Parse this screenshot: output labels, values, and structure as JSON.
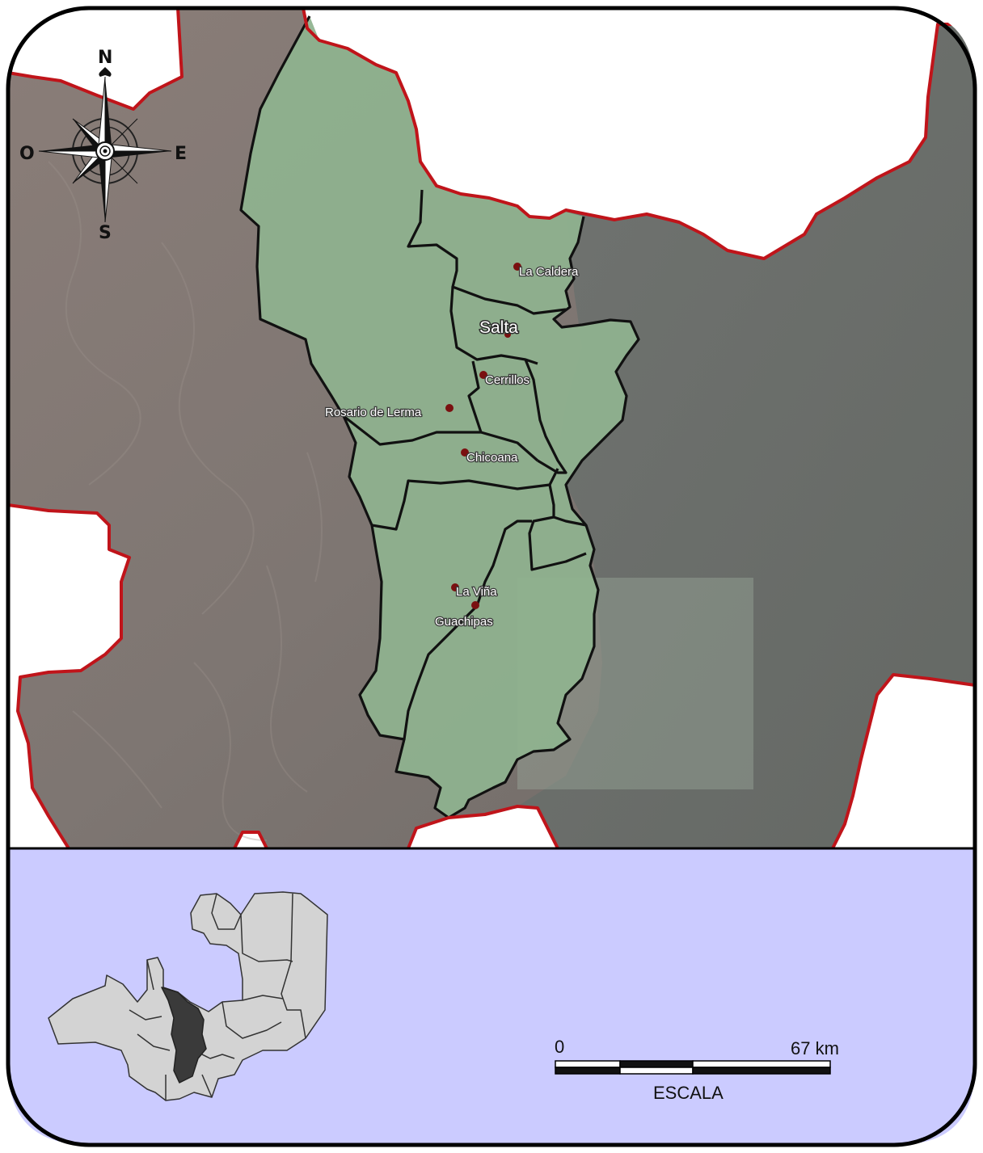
{
  "map": {
    "localities": [
      {
        "id": "la-caldera",
        "label": "La Caldera"
      },
      {
        "id": "salta",
        "label": "Salta"
      },
      {
        "id": "cerrillos",
        "label": "Cerrillos"
      },
      {
        "id": "rosario-de-lerma",
        "label": "Rosario de Lerma"
      },
      {
        "id": "chicoana",
        "label": "Chicoana"
      },
      {
        "id": "la-vina",
        "label": "La Viña"
      },
      {
        "id": "guachipas",
        "label": "Guachipas"
      }
    ],
    "colors": {
      "study_area_fill": "#8fb38f",
      "province_border": "#c0141a",
      "district_border": "#111111",
      "inset_panel": "#cbcbff",
      "inset_region": "#d3d3d3",
      "inset_highlight": "#3a3a3a",
      "locality_marker": "#7a1010"
    }
  },
  "compass": {
    "north": "N",
    "south": "S",
    "east": "E",
    "west": "O"
  },
  "scale": {
    "start": "0",
    "end": "67 km",
    "label": "ESCALA"
  }
}
